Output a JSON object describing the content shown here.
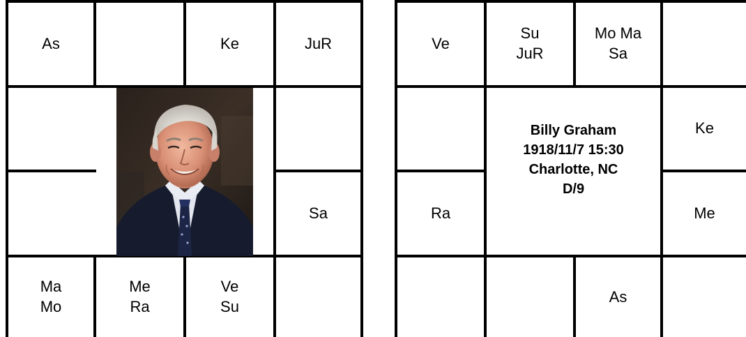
{
  "left_chart": {
    "cells": {
      "r0c0": "As",
      "r0c1": "",
      "r0c2": "Ke",
      "r0c3": "JuR",
      "r1c0": "",
      "r1c3": "",
      "r2c0": "",
      "r2c3": "Sa",
      "r3c0": "Ma\nMo",
      "r3c1": "Me\nRa",
      "r3c2": "Ve\nSu",
      "r3c3": ""
    },
    "center": "portrait-photo"
  },
  "right_chart": {
    "cells": {
      "r0c0": "Ve",
      "r0c1": "Su\nJuR",
      "r0c2": "Mo Ma\nSa",
      "r0c3": "",
      "r1c0": "",
      "r1c3": "Ke",
      "r2c0": "Ra",
      "r2c3": "Me",
      "r3c0": "",
      "r3c1": "",
      "r3c2": "As",
      "r3c3": ""
    },
    "center": {
      "name": "Billy Graham",
      "datetime": "1918/11/7 15:30",
      "place": "Charlotte, NC",
      "chart_label": "D/9"
    }
  },
  "colors": {
    "line": "#000000",
    "background": "#ffffff"
  }
}
